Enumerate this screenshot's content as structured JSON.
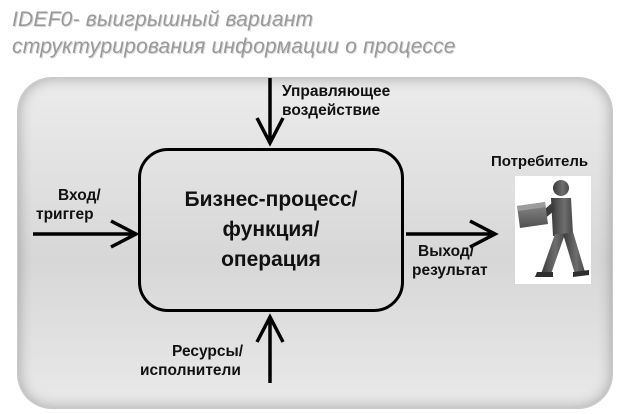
{
  "title": {
    "line1": "IDEF0- выигрышный вариант",
    "line2": "структурирования информации о процессе"
  },
  "process": {
    "line1": "Бизнес-процесс/",
    "line2": "функция/",
    "line3": "операция"
  },
  "control": {
    "line1": "Управляющее",
    "line2": "воздействие"
  },
  "input": {
    "line1": "Вход/",
    "line2": "триггер"
  },
  "output": {
    "line1": "Выход/",
    "line2": "результат"
  },
  "mechanism": {
    "line1": "Ресурсы/",
    "line2": "исполнители"
  },
  "consumer": {
    "label": "Потребитель",
    "icon": "person-carrying-box-icon"
  }
}
